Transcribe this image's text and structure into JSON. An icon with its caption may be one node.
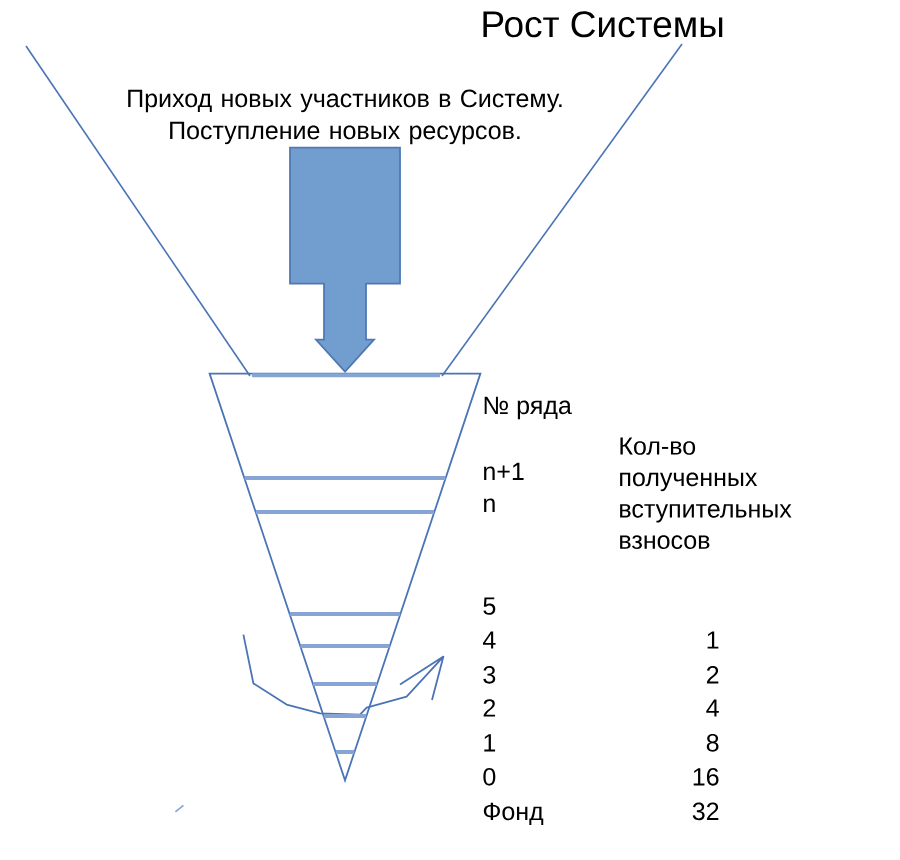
{
  "diagram": {
    "title": "Рост Системы",
    "nodes": [
      {
        "text": [
          "Приход новых участников в Систему. Поступление новых ресурсов."
        ]
      },
      {
        "text": [],
        "shape": "triangle"
      }
    ],
    "edges": [
      {
        "from": 0,
        "to": 1,
        "arrow": "to",
        "style": "thick"
      }
    ],
    "labels": [
      "№ ряда",
      "Кол-во полученных вступительных взносов",
      "n+1",
      "n",
      "5",
      "4",
      "1",
      "3",
      "2",
      "2",
      "4",
      "1",
      "8",
      "0",
      "16",
      "Фонд",
      "32"
    ]
  }
}
